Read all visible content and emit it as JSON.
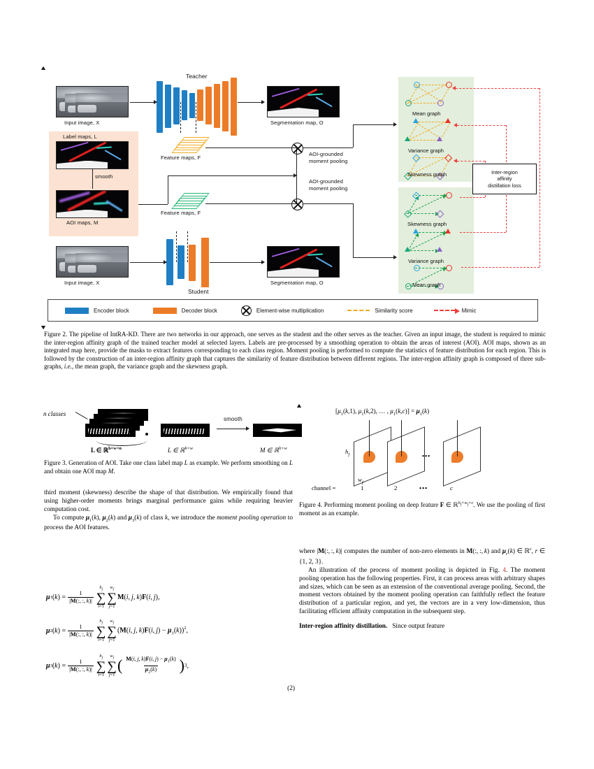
{
  "figure2": {
    "teacher_label": "Teacher",
    "student_label": "Student",
    "input_image_top": "Input image, X",
    "input_image_bottom": "Input image, X",
    "label_maps": "Label maps, L",
    "aoi_maps": "AOI maps, M",
    "smooth": "smooth",
    "feature_maps_top": "Feature maps, F",
    "feature_maps_bottom": "Feature maps, F",
    "segmentation_map_top": "Segmentation map, O",
    "segmentation_map_bottom": "Segmentation map, O",
    "pooling_top": "AOI-grounded\nmoment pooling",
    "pooling_top_l1": "AOI-grounded",
    "pooling_top_l2": "moment pooling",
    "pooling_bottom_l1": "AOI-grounded",
    "pooling_bottom_l2": "moment pooling",
    "loss_box_l1": "Inter-region",
    "loss_box_l2": "affinity",
    "loss_box_l3": "distillation loss",
    "teacher_graphs": [
      "Mean graph",
      "Variance graph",
      "Skewness graph"
    ],
    "student_graphs": [
      "Skewness graph",
      "Variance graph",
      "Mean graph"
    ],
    "colors": {
      "encoder": "#1f7fc4",
      "decoder": "#ec7b28",
      "similarity": "#f0ab22",
      "mimic": "#ef3e3e",
      "student_edge": "#16a34a",
      "panel_green": "#e3eedc",
      "panel_peach": "#fbe2d2",
      "node_blue": "#29a3e0",
      "node_red": "#e8342c",
      "node_green": "#17a77c",
      "node_purple": "#8b62c6"
    },
    "legend": [
      {
        "label": "Encoder block",
        "icon": "blue-rect",
        "color": "#1f7fc4"
      },
      {
        "label": "Decoder block",
        "icon": "orange-rect",
        "color": "#ec7b28"
      },
      {
        "label": "Element-wise multiplication",
        "icon": "circled-x",
        "color": "#111111"
      },
      {
        "label": "Similarity score",
        "icon": "yellow-dashed-line",
        "color": "#f0ab22"
      },
      {
        "label": "Mimic",
        "icon": "red-dashed-arrow",
        "color": "#ef3e3e"
      }
    ]
  },
  "caption2": "Figure 2. The pipeline of IntRA-KD. There are two networks in our approach, one serves as the student and the other serves as the teacher. Given an input image, the student is required to mimic the inter-region affinity graph of the trained teacher model at selected layers. Labels are pre-processed by a smoothing operation to obtain the areas of interest (AOI). AOI maps, shown as an integrated map here, provide the masks to extract features corresponding to each class region. Moment pooling is performed to compute the statistics of feature distribution for each region. This is followed by the construction of an inter-region affinity graph that captures the similarity of feature distribution between different regions. The inter-region affinity graph is composed of three sub-graphs, i.e., the mean graph, the variance graph and the skewness graph.",
  "figure3": {
    "n_classes": "n classes",
    "smooth": "smooth",
    "label_L_stack": "L ∈ ℝ",
    "label_L_stack_sup": "h×w×n",
    "label_L_single": "L ∈ ℝ",
    "label_L_single_sup": "h×w",
    "label_M": "M ∈ ℝ",
    "label_M_sup": "h×w",
    "caption": "Figure 3. Generation of AOI. Take one class label map L as example. We perform smoothing on L and obtain one AOI map M."
  },
  "figure4": {
    "top_formula": "[μ₁(k,1), μ₁(k,2), … , μ₁(k,c)] = μ₁(k)",
    "h_label": "h",
    "h_sub": "f",
    "w_label": "w",
    "w_sub": "f",
    "channel_prefix": "channel =",
    "channels": [
      "1",
      "2",
      "•••",
      "c"
    ],
    "ellipsis": "•••",
    "caption": "Figure 4. Performing moment pooling on deep feature F ∈ ℝ^{h_f×w_f×c}. We use the pooling of first moment as an example.",
    "caption_part1": "Figure 4. Performing moment pooling on deep feature",
    "caption_F": "F",
    "caption_in": "∈",
    "caption_R": "ℝ",
    "caption_sup": "h_f×w_f×c",
    "caption_part2": ". We use the pooling of first moment as an example."
  },
  "left_column": {
    "para1": "third moment (skewness) describe the shape of that distribution. We empirically found that using higher-order moments brings marginal performance gains while requiring heavier computation cost.",
    "para2_a": "To compute ",
    "para2_mu1": "μ₁(k)",
    "para2_b": ", ",
    "para2_mu2": "μ₂(k)",
    "para2_c": " and ",
    "para2_mu3": "μ₃(k)",
    "para2_d": " of class k, we introduce the ",
    "para2_italic": "moment pooling operation",
    "para2_e": " to process the AOI features."
  },
  "equations": {
    "eq1": {
      "lhs": "μ₁(k)",
      "eq": "=",
      "frac_num": "1",
      "frac_den": "|M(:,:,k)|",
      "sum1_top": "h",
      "sum1_top_sub": "f",
      "sum1_bot": "i=1",
      "sum2_top": "w",
      "sum2_top_sub": "f",
      "sum2_bot": "j=1",
      "rhs": "M(i, j, k)F(i, j),"
    },
    "eq2": {
      "lhs": "μ₂(k)",
      "eq": "=",
      "frac_num": "1",
      "frac_den": "|M(:,:,k)|",
      "sum1_top": "h",
      "sum1_top_sub": "f",
      "sum1_bot": "i=1",
      "sum2_top": "w",
      "sum2_top_sub": "f",
      "sum2_bot": "j=1",
      "rhs": "(M(i, j, k)F(i, j) − μ₁(k))²,"
    },
    "eq3": {
      "lhs": "μ₃(k)",
      "eq": "=",
      "frac_num": "1",
      "frac_den": "|M(:,:,k)|",
      "sum1_top": "h",
      "sum1_top_sub": "f",
      "sum1_bot": "i=1",
      "sum2_top": "w",
      "sum2_top_sub": "f",
      "sum2_bot": "j=1",
      "rhs_num": "M(i, j, k)F(i, j) − μ₁(k)",
      "rhs_den": "μ₂(k)",
      "power": "3",
      "tail": ","
    },
    "number": "(2)"
  },
  "right_column": {
    "para1_a": "where |M(:,:,k)| computes the number of non-zero elements in M(:,:,k) and ",
    "para1_mur": "μᵣ(k) ∈ ℝᶜ, r ∈ {1, 2, 3}",
    "para1_b": ".",
    "para2_a": "An illustration of the process of moment pooling is depicted in Fig. ",
    "para2_ref": "4",
    "para2_b": ". The moment pooling operation has the following properties. First, it can process areas with arbitrary shapes and sizes, which can be seen as an extension of the conventional average pooling. Second, the moment vectors obtained by the moment pooling operation can faithfully reflect the feature distribution of a particular region, and yet, the vectors are in a very low-dimension, thus facilitating efficient affinity computation in the subsequent step.",
    "heading": "Inter-region affinity distillation.",
    "para3": "Since output feature"
  }
}
